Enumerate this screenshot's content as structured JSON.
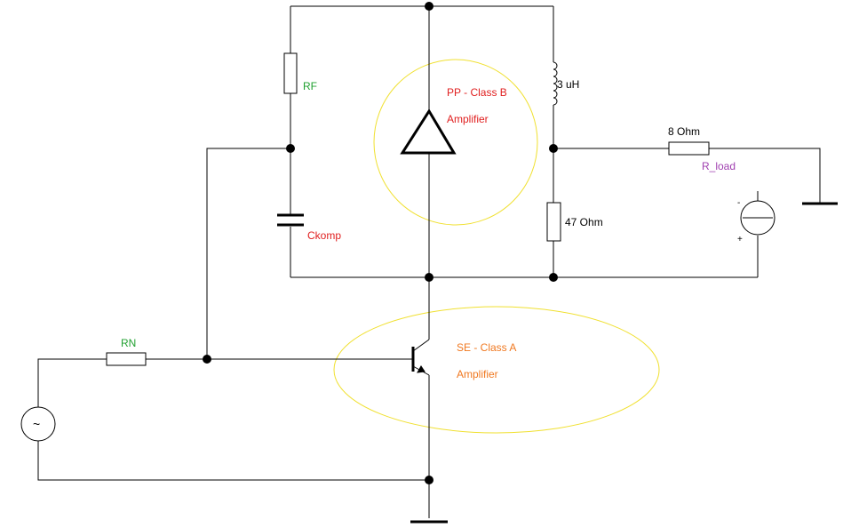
{
  "colors": {
    "wire": "#000000",
    "highlight": "#f0e030",
    "label_red": "#e02020",
    "label_green": "#20a030",
    "label_orange": "#f07820",
    "label_purple": "#a040b0",
    "value_black": "#000000"
  },
  "components": {
    "rf": {
      "name": "RF"
    },
    "ckomp": {
      "name": "Ckomp"
    },
    "inductor": {
      "value": "3 uH"
    },
    "r_sense": {
      "value": "47  Ohm"
    },
    "r_load": {
      "value": "8  Ohm",
      "name": "R_load"
    },
    "rn": {
      "name": "RN"
    },
    "pp_stage": {
      "line1": "PP - Class B",
      "line2": "Amplifier"
    },
    "se_stage": {
      "line1": "SE - Class A",
      "line2": "Amplifier"
    },
    "ac_source": {
      "symbol": "~"
    },
    "dc_meter": {
      "minus": "-",
      "plus": "+"
    }
  }
}
